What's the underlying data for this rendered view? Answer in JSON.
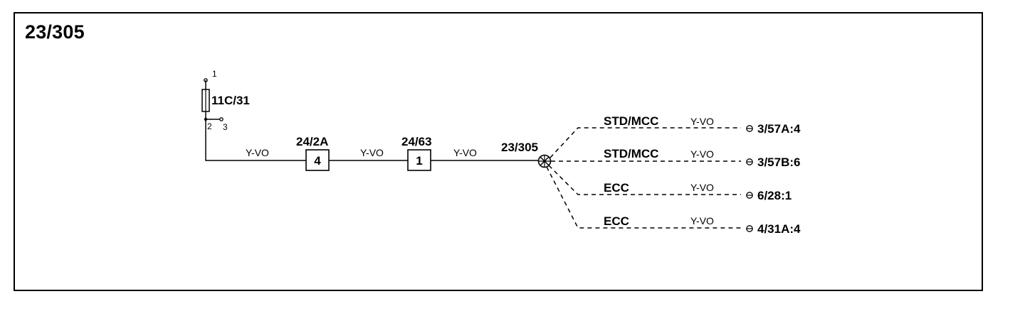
{
  "diagram_title": "23/305",
  "fuse": {
    "label": "11C/31",
    "pin_top": "1",
    "pin_bottom_left": "2",
    "pin_bottom_right": "3"
  },
  "connectors": [
    {
      "name": "24/2A",
      "pin": "4"
    },
    {
      "name": "24/63",
      "pin": "1"
    }
  ],
  "main_wire_color": "Y-VO",
  "splice": {
    "name": "23/305"
  },
  "branches": [
    {
      "variant": "STD/MCC",
      "wire_color": "Y-VO",
      "destination": "3/57A:4"
    },
    {
      "variant": "STD/MCC",
      "wire_color": "Y-VO",
      "destination": "3/57B:6"
    },
    {
      "variant": "ECC",
      "wire_color": "Y-VO",
      "destination": "6/28:1"
    },
    {
      "variant": "ECC",
      "wire_color": "Y-VO",
      "destination": "4/31A:4"
    }
  ],
  "colors": {
    "line": "#000000",
    "background": "#ffffff"
  }
}
